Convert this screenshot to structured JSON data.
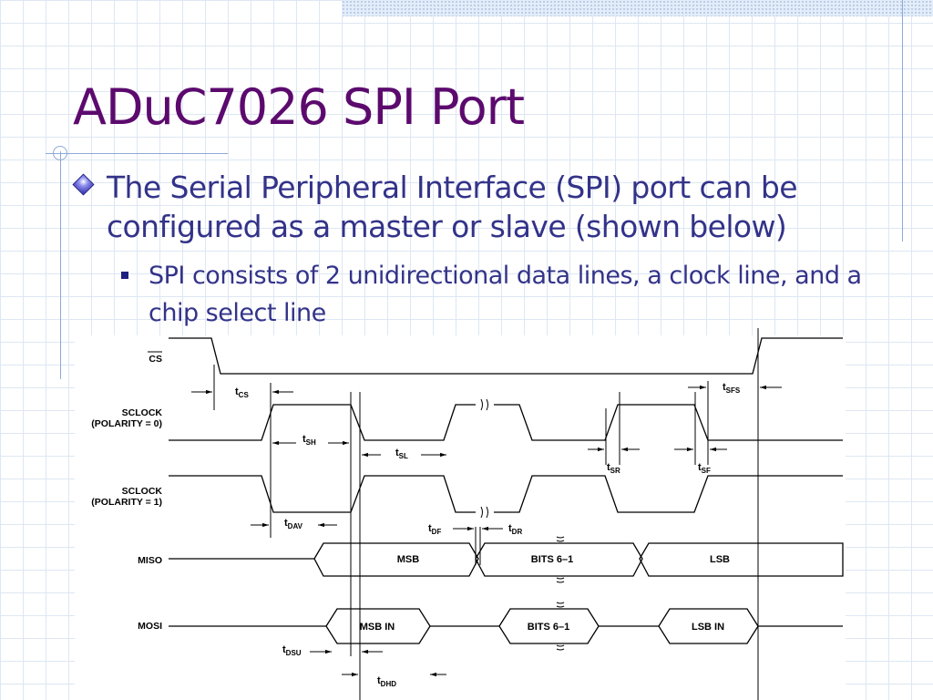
{
  "slide": {
    "title": "ADuC7026 SPI Port",
    "bullet_main": "The Serial Peripheral Interface (SPI) port can be configured as a master or slave (shown below)",
    "bullet_sub": "SPI consists of 2 unidirectional data lines, a clock line, and a chip select line"
  },
  "diagram": {
    "signals": {
      "cs": "CS",
      "sclock0": "SCLOCK",
      "sclock0_pol": "(POLARITY = 0)",
      "sclock1": "SCLOCK",
      "sclock1_pol": "(POLARITY = 1)",
      "miso": "MISO",
      "mosi": "MOSI"
    },
    "timing": {
      "tcs": "CS",
      "tsfs": "SFS",
      "tsh": "SH",
      "tsl": "SL",
      "tsr": "SR",
      "tsf": "SF",
      "tdav": "DAV",
      "tdf": "DF",
      "tdr": "DR",
      "tdsu": "DSU",
      "tdhd": "DHD"
    },
    "data_labels": {
      "miso_msb": "MSB",
      "miso_bits": "BITS 6–1",
      "miso_lsb": "LSB",
      "mosi_msb": "MSB IN",
      "mosi_bits": "BITS 6–1",
      "mosi_lsb": "LSB IN"
    }
  }
}
